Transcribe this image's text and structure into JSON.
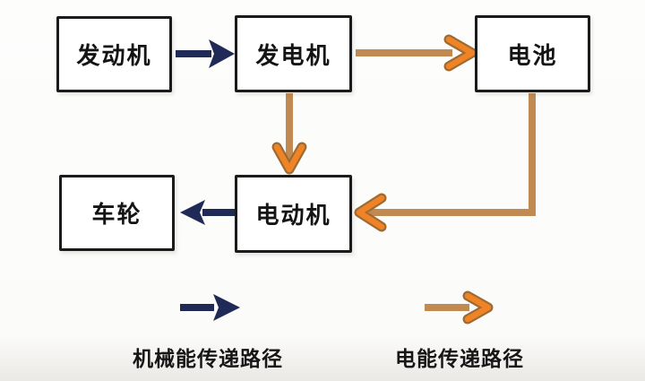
{
  "diagram": {
    "description": "series hybrid energy flow diagram",
    "nodes": [
      {
        "id": "engine",
        "label": "发动机"
      },
      {
        "id": "generator",
        "label": "发电机"
      },
      {
        "id": "battery",
        "label": "电池"
      },
      {
        "id": "motor",
        "label": "电动机"
      },
      {
        "id": "wheel",
        "label": "车轮"
      }
    ],
    "edges": [
      {
        "from": "engine",
        "to": "generator",
        "type": "mechanical"
      },
      {
        "from": "generator",
        "to": "battery",
        "type": "electrical"
      },
      {
        "from": "generator",
        "to": "motor",
        "type": "electrical"
      },
      {
        "from": "battery",
        "to": "motor",
        "type": "electrical"
      },
      {
        "from": "motor",
        "to": "wheel",
        "type": "mechanical"
      }
    ]
  },
  "legend": {
    "mechanical": {
      "label": "机械能传递路径"
    },
    "electrical": {
      "label": "电能传递路径"
    }
  },
  "colors": {
    "mechanical": "#1f2b56",
    "electrical_head": "#ef8326",
    "electrical_shaft": "#c08a50",
    "electrical_outline": "#9c6b33",
    "box_border": "#1b1b1b",
    "background": "#fbfbf9"
  }
}
